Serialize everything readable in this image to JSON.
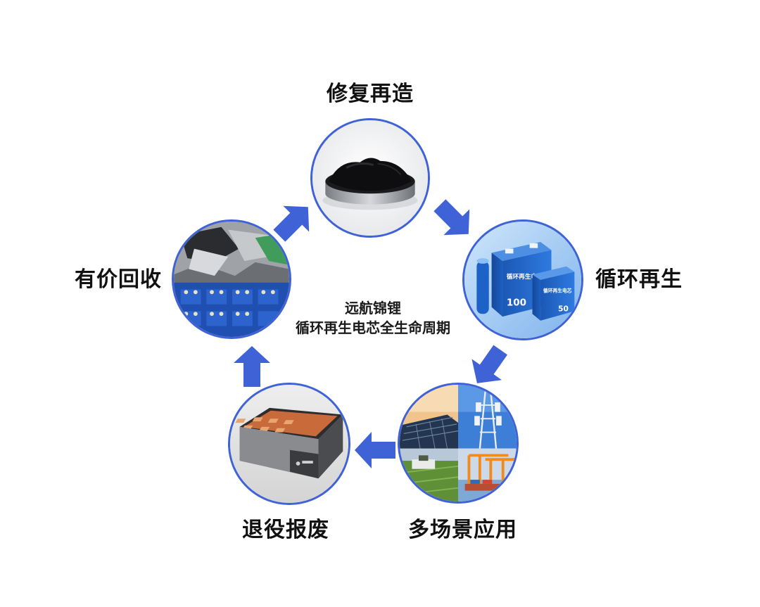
{
  "stages": {
    "repair": {
      "label": "修复再造",
      "icon": "black-powder-dish-image"
    },
    "regeneration": {
      "label": "循环再生",
      "icon": "battery-cells-image"
    },
    "applications": {
      "label": "多场景应用",
      "icon": "application-scenes-collage"
    },
    "retirement": {
      "label": "退役报废",
      "icon": "battery-pack-module-image"
    },
    "recycling": {
      "label": "有价回收",
      "icon": "battery-scrap-image"
    }
  },
  "center": {
    "line1": "远航锦锂",
    "line2": "循环再生电芯全生命周期"
  },
  "cell_labels": {
    "text": "循环再生电芯",
    "capacity_large": "100",
    "capacity_small": "50"
  },
  "colors": {
    "accent": "#3f63d6",
    "arrow": "#3f63d6",
    "text": "#111111"
  }
}
